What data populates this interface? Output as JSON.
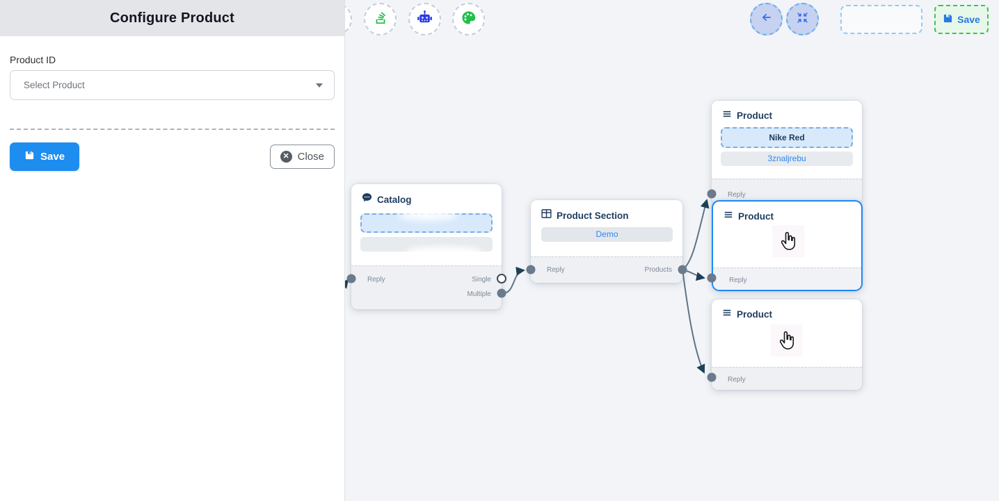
{
  "config_panel": {
    "title": "Configure Product",
    "product_id_label": "Product ID",
    "product_select": {
      "placeholder": "Select Product"
    },
    "save_button": "Save",
    "close_button": "Close"
  },
  "canvas_toolbar": {
    "save_button": "Save"
  },
  "flow": {
    "catalog_node": {
      "title": "Catalog",
      "handles": {
        "reply": "Reply",
        "single": "Single",
        "multiple": "Multiple"
      }
    },
    "product_section_node": {
      "title": "Product Section",
      "item": "Demo",
      "handles": {
        "reply": "Reply",
        "products": "Products"
      }
    },
    "product_node_1": {
      "title": "Product",
      "item_primary": "Nike Red",
      "item_secondary": "3znaljrebu",
      "handles": {
        "reply": "Reply"
      }
    },
    "product_node_2": {
      "title": "Product",
      "handles": {
        "reply": "Reply"
      }
    },
    "product_node_3": {
      "title": "Product",
      "handles": {
        "reply": "Reply"
      }
    }
  },
  "colors": {
    "panel_save_blue": "#1d8df0",
    "selected_node_border": "#1e88f7",
    "edge_gray": "#5f7388",
    "arrowhead_navy": "#1d4056",
    "toolbar_icon_green": "#21c04b",
    "robot_blue": "#2b3beb",
    "toolbar_save_border_green": "#3fc254",
    "link_blue": "#2e86f0",
    "node_title_navy": "#1d3c5e"
  }
}
